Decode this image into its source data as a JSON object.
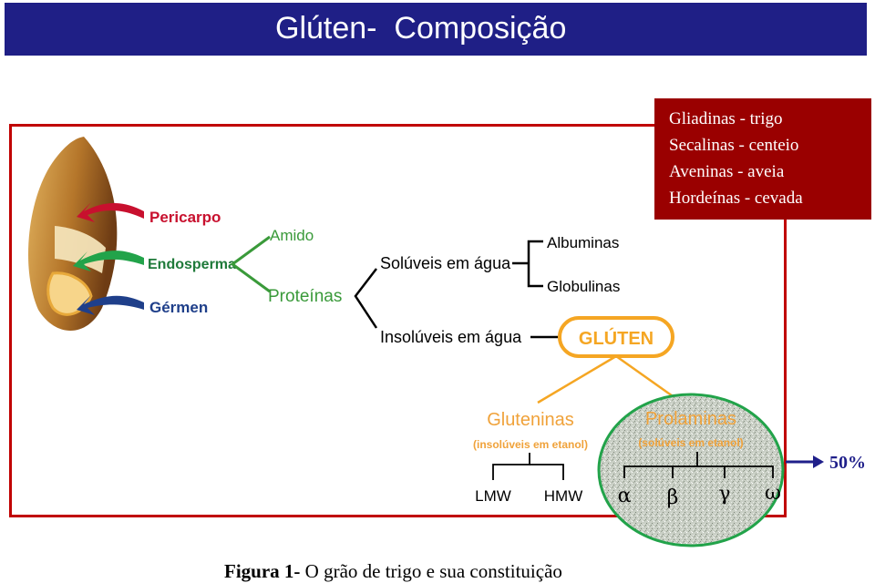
{
  "title": "Glúten-  Composição",
  "prolamin_list": [
    "Gliadinas - trigo",
    "Secalinas - centeio",
    "Aveninas - aveia",
    "Hordeínas - cevada"
  ],
  "grain_parts": {
    "pericarpo": "Pericarpo",
    "endosperma": "Endosperma",
    "germen": "Gérmen"
  },
  "endosperm_components": {
    "amido": "Amido",
    "proteinas": "Proteínas"
  },
  "protein_groups": {
    "soluveis": "Solúveis em água",
    "insoluveis": "Insolúveis em água"
  },
  "soluble_proteins": {
    "albuminas": "Albuminas",
    "globulinas": "Globulinas"
  },
  "gluten": "GLÚTEN",
  "glutenins": {
    "name": "Gluteninas",
    "note": "(insolúveis em etanol)",
    "subunits": [
      "LMW",
      "HMW"
    ]
  },
  "prolamins": {
    "name": "Prolaminas",
    "note": "(solúveis em etanol)",
    "fractions": [
      "α",
      "β",
      "γ",
      "ω"
    ]
  },
  "percent_label": "50%",
  "caption": {
    "prefix": "Figura 1-",
    "text": " O grão de trigo e sua constituição"
  },
  "colors": {
    "title_bar": "#1f1f86",
    "frame": "#c00000",
    "prolamin_box": "#9a0000",
    "pericarpo_arrow": "#c8102e",
    "endosperma_arrow": "#22a34a",
    "germen_arrow": "#1f3f8a",
    "accent_text": "#3a9a3a",
    "gluten_orange": "#f5a623",
    "percent_arrow": "#1f1f8a"
  }
}
